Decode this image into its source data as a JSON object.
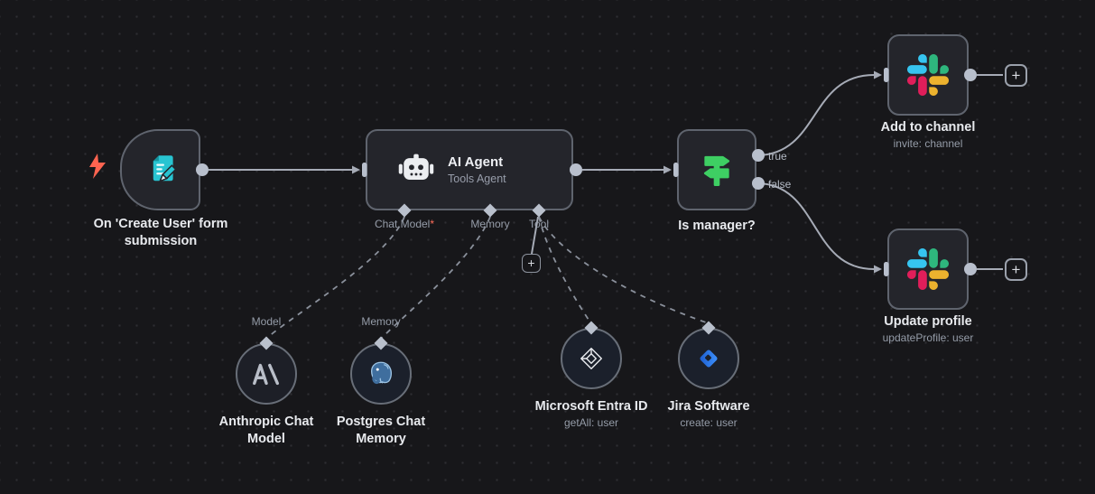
{
  "colors": {
    "trigger_icon": "#28c4d1",
    "bolt": "#ff6450",
    "if_icon": "#3ecf63",
    "slack_blue": "#36C5F0",
    "slack_green": "#2EB67D",
    "slack_yellow": "#ECB22E",
    "slack_red": "#E01E5A",
    "jira_light": "#3E92FF",
    "jira_dark": "#1C5CCC",
    "anthropic_gray": "#B9BEC8",
    "postgres_blue": "#9CC3E4",
    "required": "#ff6d5a"
  },
  "nodes": {
    "trigger": {
      "label": "On 'Create User' form submission"
    },
    "agent": {
      "title": "AI Agent",
      "subtitle": "Tools Agent",
      "ports": {
        "chat_model": "Chat Model",
        "required_mark": "*",
        "memory": "Memory",
        "tool": "Tool"
      }
    },
    "if_node": {
      "label": "Is manager?",
      "output_true": "true",
      "output_false": "false"
    },
    "slack_add": {
      "label": "Add to channel",
      "operation": "invite: channel"
    },
    "slack_update": {
      "label": "Update profile",
      "operation": "updateProfile: user"
    },
    "anthropic": {
      "label": "Anthropic Chat Model",
      "port_label": "Model"
    },
    "postgres": {
      "label": "Postgres Chat Memory",
      "port_label": "Memory"
    },
    "entra": {
      "label": "Microsoft Entra ID",
      "operation": "getAll: user"
    },
    "jira": {
      "label": "Jira Software",
      "operation": "create: user"
    }
  },
  "buttons": {
    "add_node": "+"
  }
}
